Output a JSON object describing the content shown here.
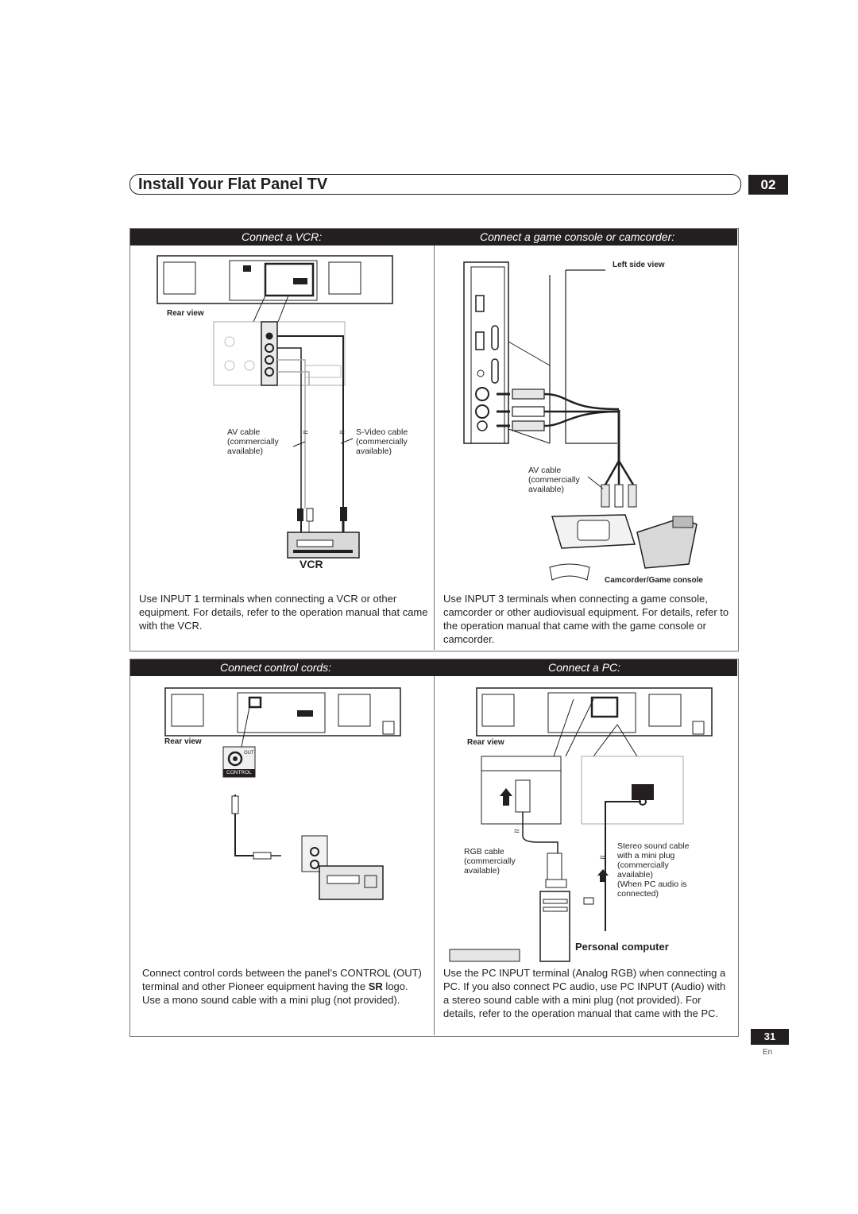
{
  "header": {
    "title": "Install Your Flat Panel TV",
    "chapter": "02"
  },
  "sections": {
    "vcr": {
      "heading": "Connect a VCR:",
      "rear_view": "Rear view",
      "av_cable": [
        "AV cable",
        "(commercially",
        "available)"
      ],
      "svideo_cable": [
        "S-Video cable",
        "(commercially",
        "available)"
      ],
      "device": "VCR",
      "description": "Use INPUT 1 terminals when connecting a VCR or other equipment. For details, refer to the operation manual that came with the VCR."
    },
    "game": {
      "heading": "Connect a game console or camcorder:",
      "left_side_view": "Left side view",
      "av_cable": [
        "AV cable",
        "(commercially",
        "available)"
      ],
      "device": "Camcorder/Game console",
      "description": "Use INPUT 3 terminals when connecting a game console, camcorder or other audiovisual equipment. For details, refer to the operation manual that came with the game console or camcorder."
    },
    "control": {
      "heading": "Connect control cords:",
      "rear_view": "Rear view",
      "out_label": "OUT",
      "control_label": "CONTROL",
      "description_pre": "Connect control cords between the panel’s CONTROL (OUT) terminal and other Pioneer equipment having the ",
      "description_bold": "SR",
      "description_post": " logo. Use a mono sound cable with a mini plug (not provided)."
    },
    "pc": {
      "heading": "Connect a PC:",
      "rear_view": "Rear view",
      "rgb_cable": [
        "RGB cable",
        "(commercially",
        "available)"
      ],
      "stereo_cable": [
        "Stereo sound cable",
        "with a mini plug",
        "(commercially",
        "available)",
        "(When PC audio is",
        "connected)"
      ],
      "device": "Personal computer",
      "description": "Use the PC INPUT terminal (Analog RGB) when connecting a PC. If you also connect PC audio, use PC INPUT (Audio) with a stereo sound cable with a mini plug (not provided). For details, refer to the operation manual that came with the PC."
    }
  },
  "footer": {
    "page": "31",
    "lang": "En"
  }
}
